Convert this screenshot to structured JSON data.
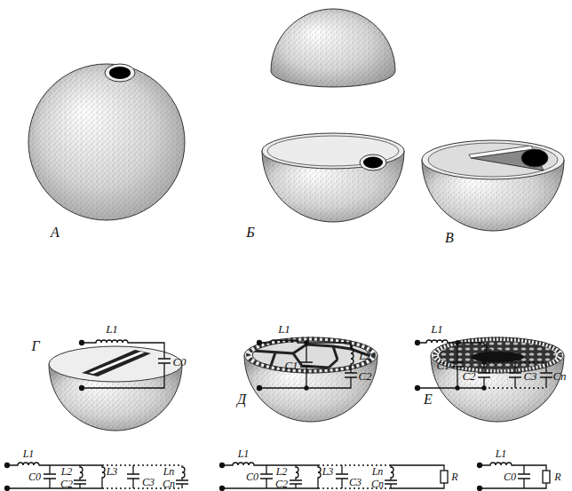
{
  "diagram": {
    "labels": [
      "А",
      "L1",
      "C0",
      "Б",
      "L1",
      "C1",
      "L2",
      "C2",
      "В",
      "L1",
      "C1",
      "L2",
      "C2",
      "C3",
      "Cn",
      "Г",
      "L1",
      "C0",
      "L2",
      "L3",
      "C2",
      "C3",
      "Ln",
      "Cn",
      "Д",
      "L1",
      "C0",
      "L2",
      "L3",
      "Ln",
      "C2",
      "C3",
      "Cn",
      "R",
      "Е",
      "L1",
      "C0",
      "R"
    ]
  }
}
